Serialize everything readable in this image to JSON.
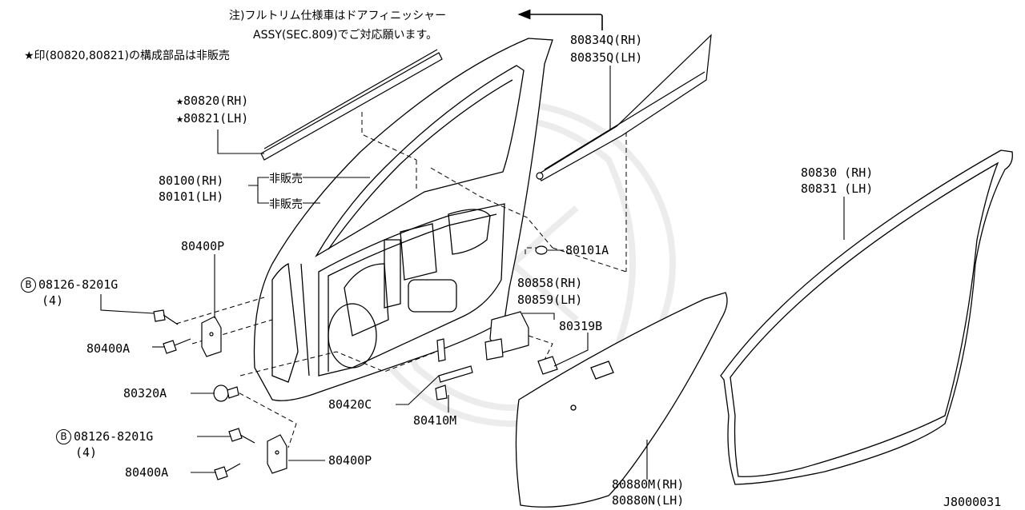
{
  "notes": {
    "footnote_line1": "注)フルトリム仕様車はドアフィニッシャー",
    "footnote_line2": "ASSY(SEC.809)でご対応願います。",
    "star_note": "★印(80820,80821)の構成部品は非販売"
  },
  "labels": {
    "p80820": "★80820(RH)",
    "p80821": "★80821(LH)",
    "p80100": "80100(RH)",
    "p80101": "80101(LH)",
    "not_for_sale_1": "非販売",
    "not_for_sale_2": "非販売",
    "p80400P_top": "80400P",
    "bolt_top_symbol": "B",
    "bolt_top_code": "08126-8201G",
    "bolt_top_qty": "(4)",
    "p80400A_top": "80400A",
    "p80320A": "80320A",
    "bolt_bottom_symbol": "B",
    "bolt_bottom_code": "08126-8201G",
    "bolt_bottom_qty": "(4)",
    "p80400A_bottom": "80400A",
    "p80400P_bottom": "80400P",
    "p80420C": "80420C",
    "p80410M": "80410M",
    "p80834Q": "80834Q(RH)",
    "p80835Q": "80835Q(LH)",
    "p80101A": "80101A",
    "p80858": "80858(RH)",
    "p80859": "80859(LH)",
    "p80319B": "80319B",
    "p80830": "80830 (RH)",
    "p80831": "80831 (LH)",
    "p80880M": "80880M(RH)",
    "p80880N": "80880N(LH)",
    "diagram_id": "J8000031"
  }
}
